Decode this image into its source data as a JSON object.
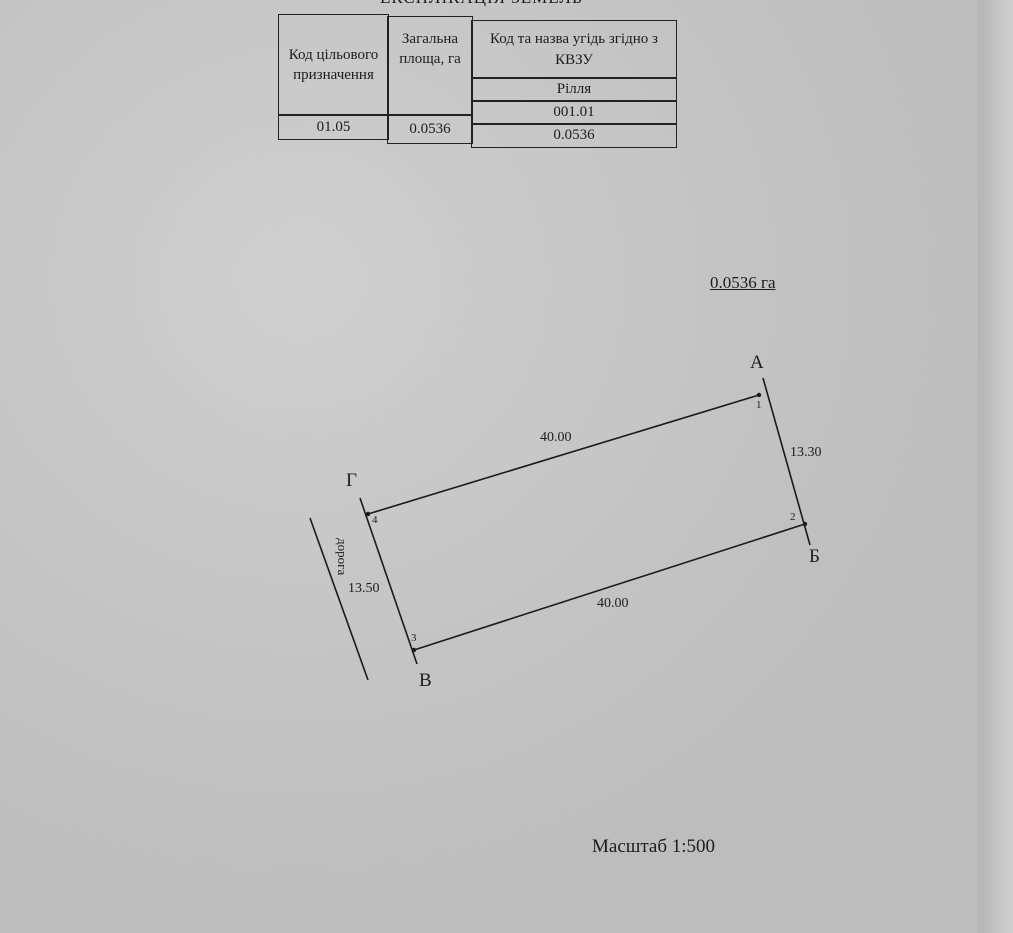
{
  "table": {
    "title": "ЕКСПЛІКАЦІЯ ЗЕМЕЛЬ",
    "headers": {
      "purpose_code": "Код цільового призначення",
      "total_area": "Загальна площа, га",
      "land_code": "Код та назва угідь згідно з КВЗУ",
      "land_type": "Рілля",
      "land_type_code": "001.01"
    },
    "row": {
      "purpose_code": "01.05",
      "total_area": "0.0536",
      "land_area": "0.0536"
    }
  },
  "plan": {
    "area": "0.0536 га",
    "corners": {
      "A": "А",
      "B": "Б",
      "V": "В",
      "G": "Г"
    },
    "points": [
      "1",
      "2",
      "3",
      "4"
    ],
    "sides": {
      "top": "40.00",
      "right": "13.30",
      "bottom": "40.00",
      "left": "13.50"
    },
    "road_label": "дорога",
    "scale": "Масштаб 1:500"
  }
}
